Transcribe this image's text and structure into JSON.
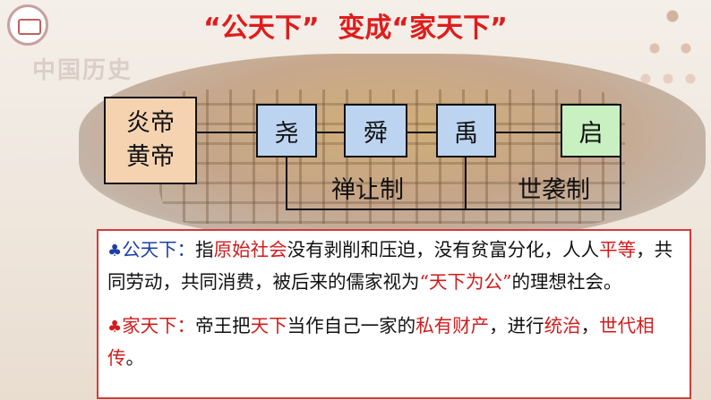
{
  "title": "“公天下”  变成“家天下”",
  "watermark": "中国历史",
  "diagram": {
    "first_node": [
      "炎帝",
      "黄帝"
    ],
    "nodes": [
      "尧",
      "舜",
      "禹",
      "启"
    ],
    "group_labels": {
      "abdication": "禅让制",
      "hereditary": "世袭制"
    }
  },
  "colors": {
    "title": "#e01c1c",
    "tan_box": "#f5d3b1",
    "blue_box": "#bcd4f0",
    "green_box": "#c8f0c0",
    "term_blue": "#1c3fa8",
    "emphasis_red": "#d01c1c"
  },
  "definitions": {
    "gong": {
      "bullet": "♣",
      "term": "公天下：",
      "seg1": "指",
      "seg2": "原始社会",
      "seg3": "没有剥削和压迫，没有贫富分化，人人",
      "seg4": "平等",
      "seg5": "，共同劳动，共同消费，被后来的儒家视为",
      "seg6": "“天下为公”",
      "seg7": "的理想社会。"
    },
    "jia": {
      "bullet": "♣",
      "term": "家天下：",
      "seg1": "帝王把",
      "seg2": "天下",
      "seg3": "当作自己一家的",
      "seg4": "私有财产",
      "seg5": "，进行",
      "seg6": "统治",
      "seg7": "，",
      "seg8": "世代相传",
      "seg9": "。"
    }
  }
}
